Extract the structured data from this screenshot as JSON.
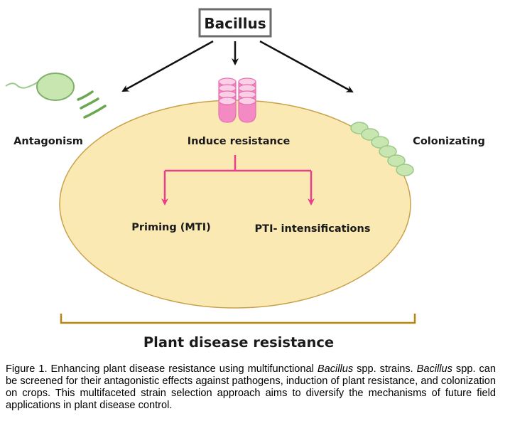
{
  "diagram": {
    "source_label": "Bacillus",
    "mechanisms": {
      "antagonism": "Antagonism",
      "induce_resistance": "Induce resistance",
      "colonizating": "Colonizating"
    },
    "sub_mechanisms": {
      "priming": "Priming (MTI)",
      "pti": "PTI- intensifications"
    },
    "outcome_label": "Plant disease resistance"
  },
  "colors": {
    "plant_fill": "#fbe9b4",
    "plant_stroke": "#c8a24a",
    "bacterium_green": "#c8e6b0",
    "bacterium_stroke": "#7fb069",
    "signal_pink": "#f38ac4",
    "pink_arrow": "#e83e8c",
    "bracket": "#b8860b"
  },
  "caption": {
    "p1": "Figure 1. Enhancing plant disease resistance using multifunctional ",
    "i1": "Bacillus",
    "p2": " spp. strains. ",
    "i2": "Bacillus",
    "p3": " spp. can be screened for their antagonistic effects against pathogens, induction of plant resistance, and colonization on crops. This multifaceted strain selection approach aims to diversify the mechanisms of future field applications in plant disease control."
  }
}
